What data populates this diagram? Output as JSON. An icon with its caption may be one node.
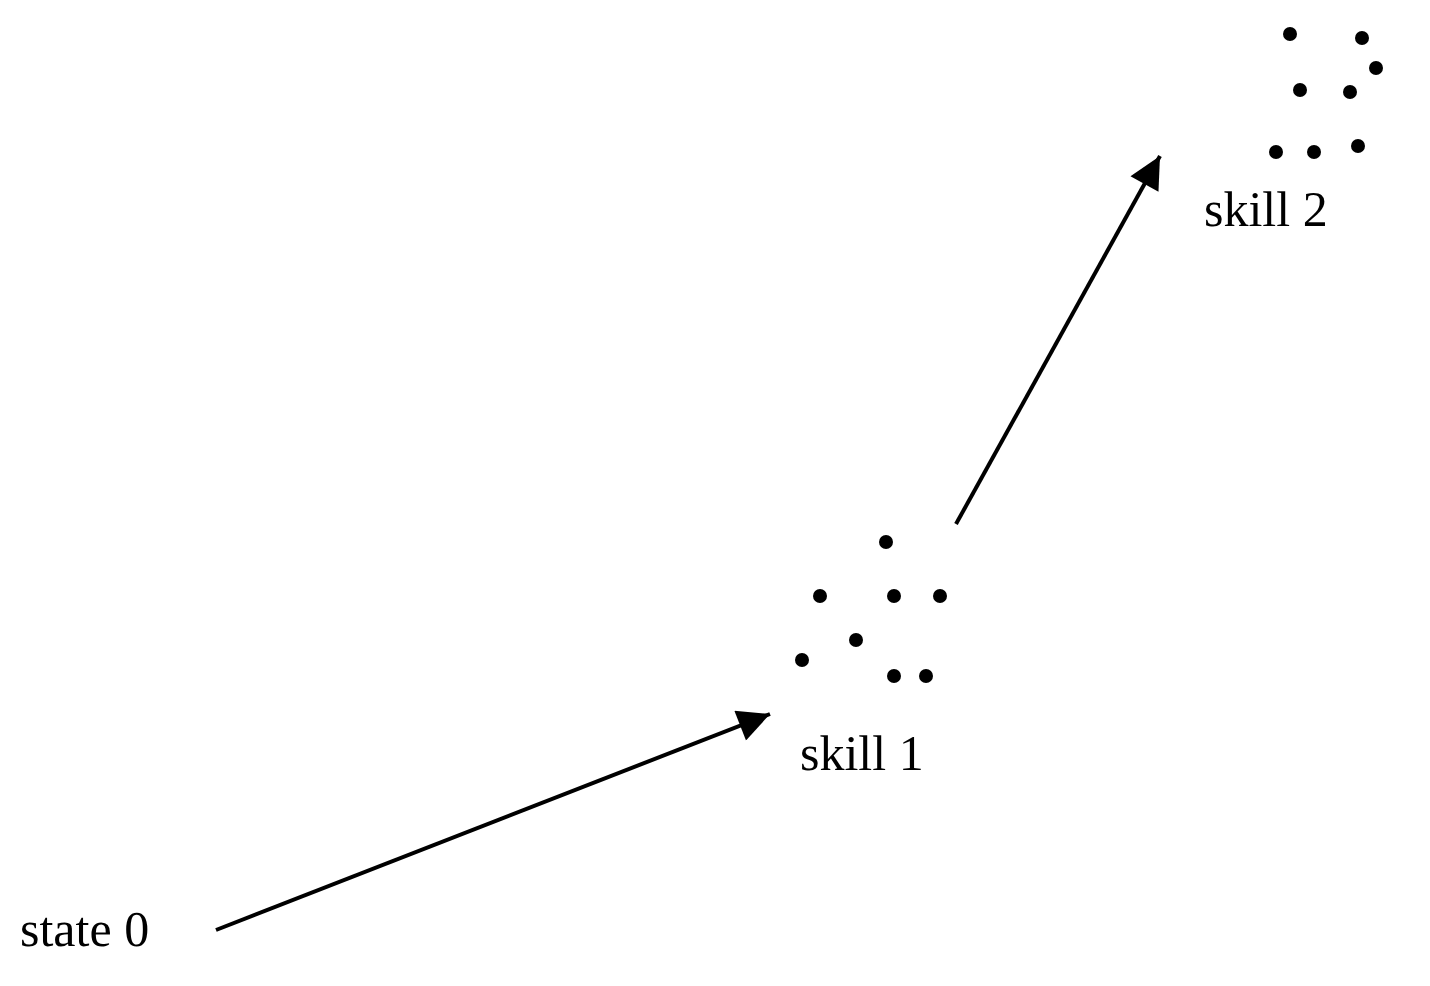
{
  "diagram": {
    "nodes": [
      {
        "text": [
          "state 0"
        ]
      },
      {
        "text": [
          "skill 1"
        ]
      },
      {
        "text": [
          "skill 2"
        ]
      }
    ],
    "edges": [
      {
        "from": 0,
        "to": 1,
        "arrow": "to"
      },
      {
        "from": 1,
        "to": 2,
        "arrow": "to"
      }
    ]
  }
}
